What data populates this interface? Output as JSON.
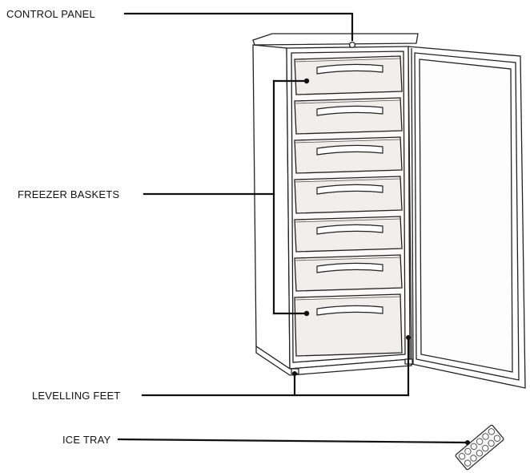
{
  "labels": {
    "control_panel": "CONTROL PANEL",
    "freezer_baskets": "FREEZER BASKETS",
    "levelling_feet": "LEVELLING FEET",
    "ice_tray": "ICE TRAY"
  },
  "drawer_count": 7,
  "colors": {
    "line": "#222222",
    "drawer_fill": "#f1efeb",
    "body_fill": "#ffffff",
    "leader": "#111111"
  }
}
